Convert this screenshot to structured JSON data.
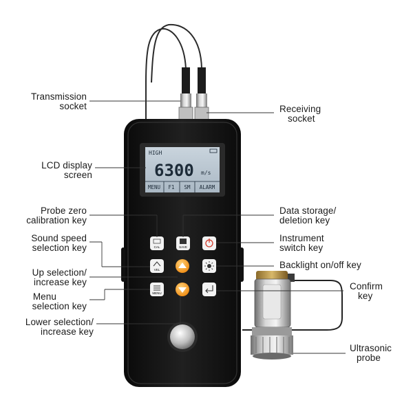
{
  "callouts": {
    "transmission_socket": [
      "Transmission",
      "socket"
    ],
    "receiving_socket": [
      "Receiving",
      "socket"
    ],
    "lcd_display": [
      "LCD display",
      "screen"
    ],
    "data_storage": [
      "Data storage/",
      "deletion key"
    ],
    "probe_zero": [
      "Probe zero",
      "calibration key"
    ],
    "instrument_switch": [
      "Instrument",
      "switch key"
    ],
    "sound_speed": [
      "Sound speed",
      "selection key"
    ],
    "backlight": [
      "Backlight on/off key"
    ],
    "up_selection": [
      "Up selection/",
      "increase key"
    ],
    "confirm": [
      "Confirm",
      "key"
    ],
    "menu_selection": [
      "Menu",
      "selection key"
    ],
    "lower_selection": [
      "Lower selection/",
      "increase key"
    ],
    "ultrasonic_probe": [
      "Ultrasonic",
      "probe"
    ]
  },
  "lcd": {
    "mode": "HIGH",
    "value": "6300",
    "unit": "m/s",
    "softkeys": [
      "MENU",
      "F1",
      "SM",
      "ALARM"
    ]
  },
  "keys": {
    "cal": "CAL",
    "save": "SAVE",
    "vel": "VEL",
    "menu": "MENU"
  }
}
